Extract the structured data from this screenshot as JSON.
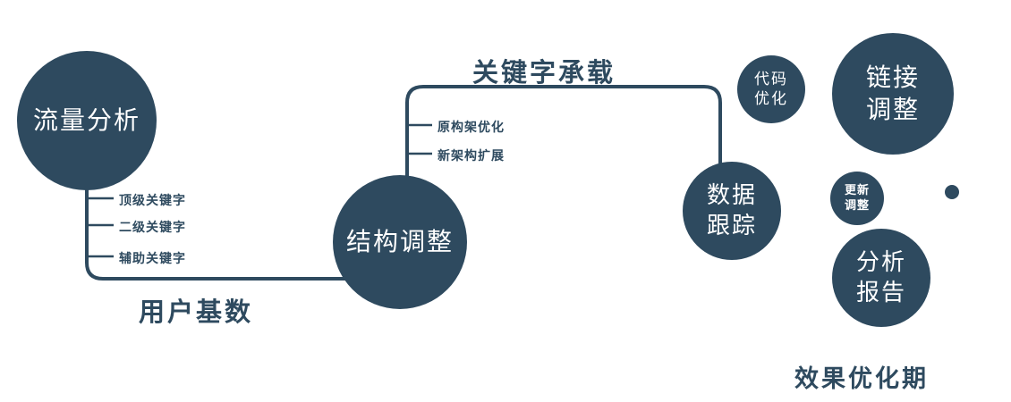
{
  "diagram": {
    "nodes": {
      "traffic": {
        "label": "流量分析"
      },
      "structure": {
        "label": "结构调整"
      },
      "tracking": {
        "line1": "数据",
        "line2": "跟踪"
      },
      "code": {
        "line1": "代码",
        "line2": "优化"
      },
      "link": {
        "line1": "链接",
        "line2": "调整"
      },
      "update": {
        "line1": "更新",
        "line2": "调整"
      },
      "report": {
        "line1": "分析",
        "line2": "报告"
      }
    },
    "edge_labels": {
      "user_base": "用户基数",
      "keyword_load": "关键字承载"
    },
    "branches": {
      "left": [
        "顶级关键字",
        "二级关键字",
        "辅助关键字"
      ],
      "middle": [
        "原构架优化",
        "新架构扩展"
      ]
    },
    "footer_label": "效果优化期",
    "colors": {
      "primary": "#2e4a5f",
      "background": "#ffffff",
      "text_on_node": "#ffffff"
    }
  }
}
